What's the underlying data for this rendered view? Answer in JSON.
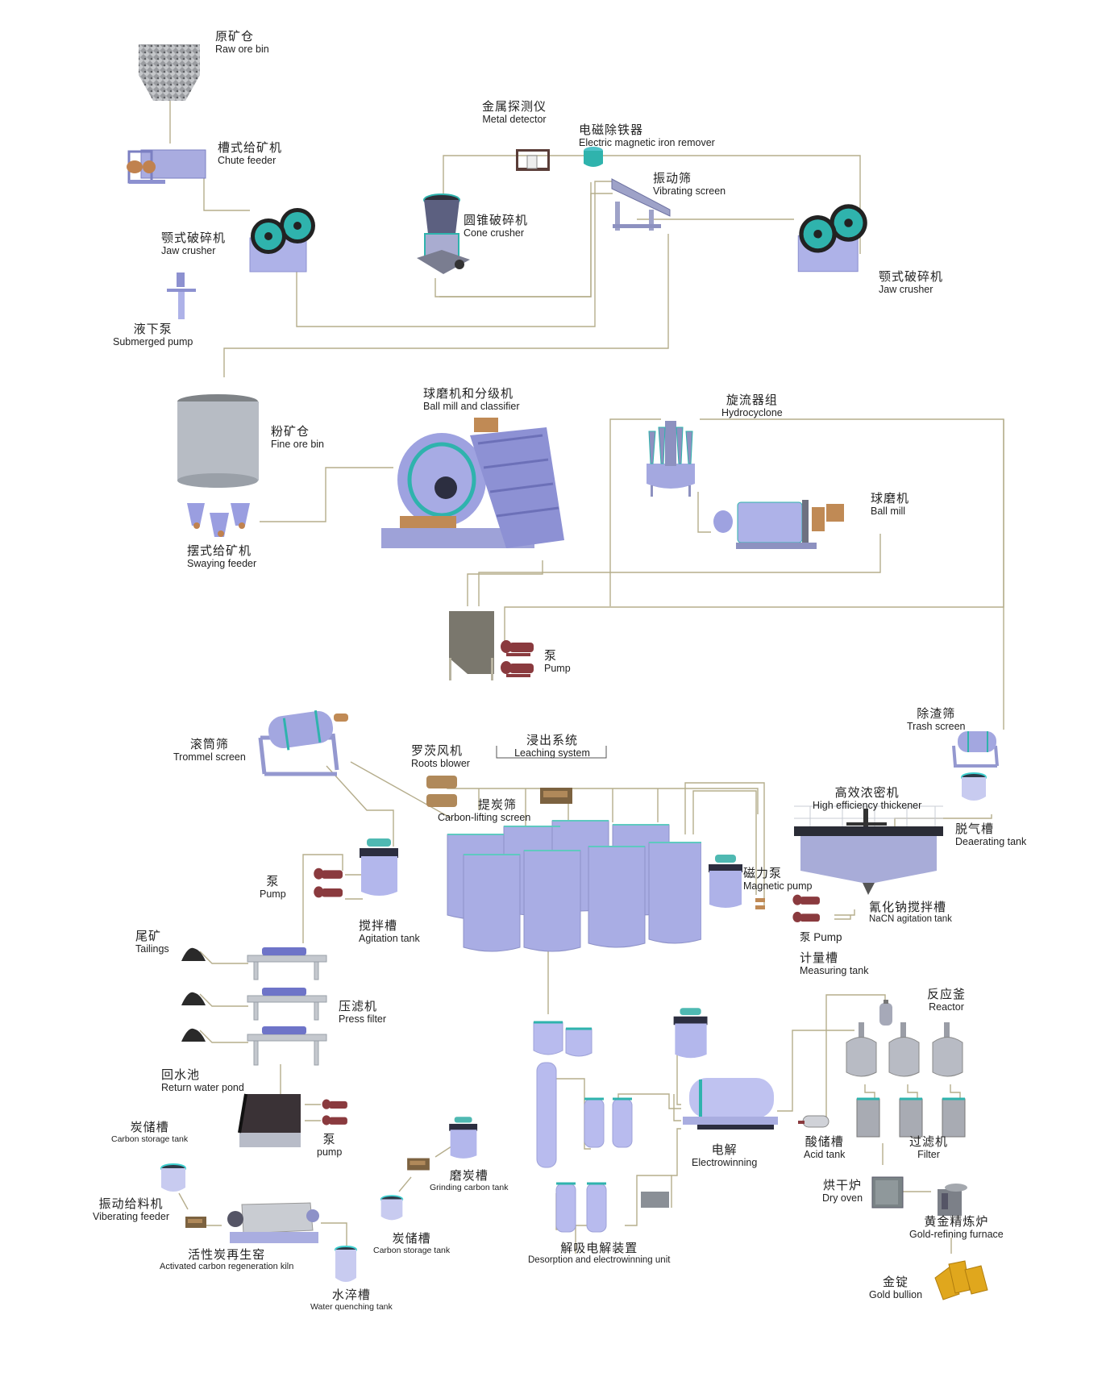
{
  "title": "Gold ore CIL process flow diagram",
  "colors": {
    "flow_line": "#b5ad8c",
    "arrow": "#9a8a3c",
    "equipment_body": "#aeb2e4",
    "equipment_accent": "#2fb3ad",
    "pump": "#8a3a3e",
    "motor": "#c08a55",
    "gold": "#e0a71d"
  },
  "crushing": {
    "raw_ore_bin": {
      "zh": "原矿仓",
      "en": "Raw ore bin",
      "icon": "ore-hopper-icon"
    },
    "chute_feeder": {
      "zh": "槽式给矿机",
      "en": "Chute feeder",
      "icon": "chute-feeder-icon"
    },
    "jaw_crusher_1": {
      "zh": "颚式破碎机",
      "en": "Jaw  crusher",
      "icon": "jaw-crusher-icon"
    },
    "submerged_pump": {
      "zh": "液下泵",
      "en": "Submerged pump",
      "icon": "vertical-pump-icon"
    },
    "metal_detector": {
      "zh": "金属探测仪",
      "en": "Metal detector",
      "icon": "metal-detector-icon"
    },
    "iron_remover": {
      "zh": "电磁除铁器",
      "en": "Electric magnetic iron remover",
      "icon": "magnet-icon"
    },
    "cone_crusher": {
      "zh": "圆锥破碎机",
      "en": "Cone crusher",
      "icon": "cone-crusher-icon"
    },
    "vibrating_screen": {
      "zh": "振动筛",
      "en": "Vibrating screen",
      "icon": "vibrating-screen-icon"
    },
    "jaw_crusher_2": {
      "zh": "颚式破碎机",
      "en": "Jaw crusher",
      "icon": "jaw-crusher-icon"
    }
  },
  "grinding": {
    "fine_ore_bin": {
      "zh": "粉矿仓",
      "en": "Fine ore bin",
      "icon": "silo-icon"
    },
    "swaying_feeder": {
      "zh": "摆式给矿机",
      "en": "Swaying feeder",
      "icon": "swaying-feeder-icon"
    },
    "ball_mill_classifier": {
      "zh": "球磨机和分级机",
      "en": "Ball mill and classifier",
      "icon": "ball-mill-classifier-icon"
    },
    "hydrocyclone": {
      "zh": "旋流器组",
      "en": "Hydrocyclone",
      "icon": "hydrocyclone-icon"
    },
    "ball_mill": {
      "zh": "球磨机",
      "en": "Ball mill",
      "icon": "ball-mill-icon"
    },
    "pump": {
      "zh": "泵",
      "en": "Pump",
      "icon": "pump-icon"
    }
  },
  "leaching": {
    "system_title": {
      "zh": "浸出系统",
      "en": "Leaching system"
    },
    "trommel_screen": {
      "zh": "滚筒筛",
      "en": "Trommel screen",
      "icon": "trommel-icon"
    },
    "roots_blower": {
      "zh": "罗茨风机",
      "en": "Roots blower",
      "icon": "blower-icon"
    },
    "carbon_lifting_screen": {
      "zh": "提炭筛",
      "en": "Carbon-lifting screen",
      "icon": "screen-icon"
    },
    "trash_screen": {
      "zh": "除渣筛",
      "en": "Trash screen",
      "icon": "trommel-icon"
    },
    "thickener": {
      "zh": "高效浓密机",
      "en": "High efficiency thickener",
      "icon": "thickener-icon"
    },
    "deaerating_tank": {
      "zh": "脱气槽",
      "en": "Deaerating tank",
      "icon": "tank-icon"
    },
    "magnetic_pump": {
      "zh": "磁力泵",
      "en": "Magnetic pump",
      "icon": "magnetic-pump-icon"
    },
    "nacn_tank": {
      "zh": "氰化钠搅拌槽",
      "en": "NaCN agitation tank",
      "icon": "agitation-tank-icon"
    },
    "pump": {
      "zh": "泵",
      "en": "Pump",
      "label": "泵 Pump",
      "icon": "pump-icon"
    },
    "tank_count": 8
  },
  "tailings": {
    "pump": {
      "zh": "泵",
      "en": "Pump",
      "icon": "pump-icon"
    },
    "agitation_tank": {
      "zh": "搅拌槽",
      "en": "Agitation tank",
      "icon": "agitation-tank-icon"
    },
    "tailings": {
      "zh": "尾矿",
      "en": "Tailings",
      "icon": "tailings-pile-icon"
    },
    "press_filter": {
      "zh": "压滤机",
      "en": "Press filter",
      "icon": "press-filter-icon"
    },
    "return_water_pond": {
      "zh": "回水池",
      "en": "Return water pond",
      "icon": "pond-icon"
    },
    "pond_pump": {
      "zh": "泵",
      "en": "pump",
      "icon": "pump-icon"
    }
  },
  "carbon": {
    "carbon_storage_1": {
      "zh": "炭储槽",
      "en": "Carbon storage tank",
      "icon": "tank-icon"
    },
    "vibrating_feeder": {
      "zh": "振动给料机",
      "en": "Viberating feeder",
      "icon": "feeder-icon"
    },
    "regeneration_kiln": {
      "zh": "活性炭再生窑",
      "en": "Activated carbon regeneration kiln",
      "icon": "kiln-icon"
    },
    "water_quenching": {
      "zh": "水淬槽",
      "en": "Water quenching tank",
      "icon": "tank-icon"
    },
    "grinding_carbon": {
      "zh": "磨炭槽",
      "en": "Grinding carbon tank",
      "icon": "agitation-tank-icon"
    },
    "carbon_storage_2": {
      "zh": "炭储槽",
      "en": "Carbon storage tank",
      "icon": "tank-icon"
    }
  },
  "recovery": {
    "desorption": {
      "zh": "解吸电解装置",
      "en": "Desorption and electrowinning unit",
      "icon": "column-icon"
    },
    "electrowinning": {
      "zh": "电解",
      "en": "Electrowinning",
      "icon": "electrolytic-cell-icon"
    },
    "measuring_tank": {
      "zh": "计量槽",
      "en": "Measuring tank",
      "icon": "measuring-tank-icon"
    },
    "reactor": {
      "zh": "反应釜",
      "en": "Reactor",
      "icon": "reactor-icon"
    },
    "acid_tank": {
      "zh": "酸储槽",
      "en": "Acid tank",
      "icon": "acid-tank-icon"
    },
    "filter": {
      "zh": "过滤机",
      "en": "Filter",
      "icon": "filter-icon"
    },
    "dry_oven": {
      "zh": "烘干炉",
      "en": "Dry oven",
      "icon": "oven-icon"
    },
    "refining_furnace": {
      "zh": "黄金精炼炉",
      "en": "Gold-refining furnace",
      "icon": "furnace-icon"
    },
    "gold_bullion": {
      "zh": "金锭",
      "en": "Gold bullion",
      "icon": "gold-bar-icon"
    }
  }
}
